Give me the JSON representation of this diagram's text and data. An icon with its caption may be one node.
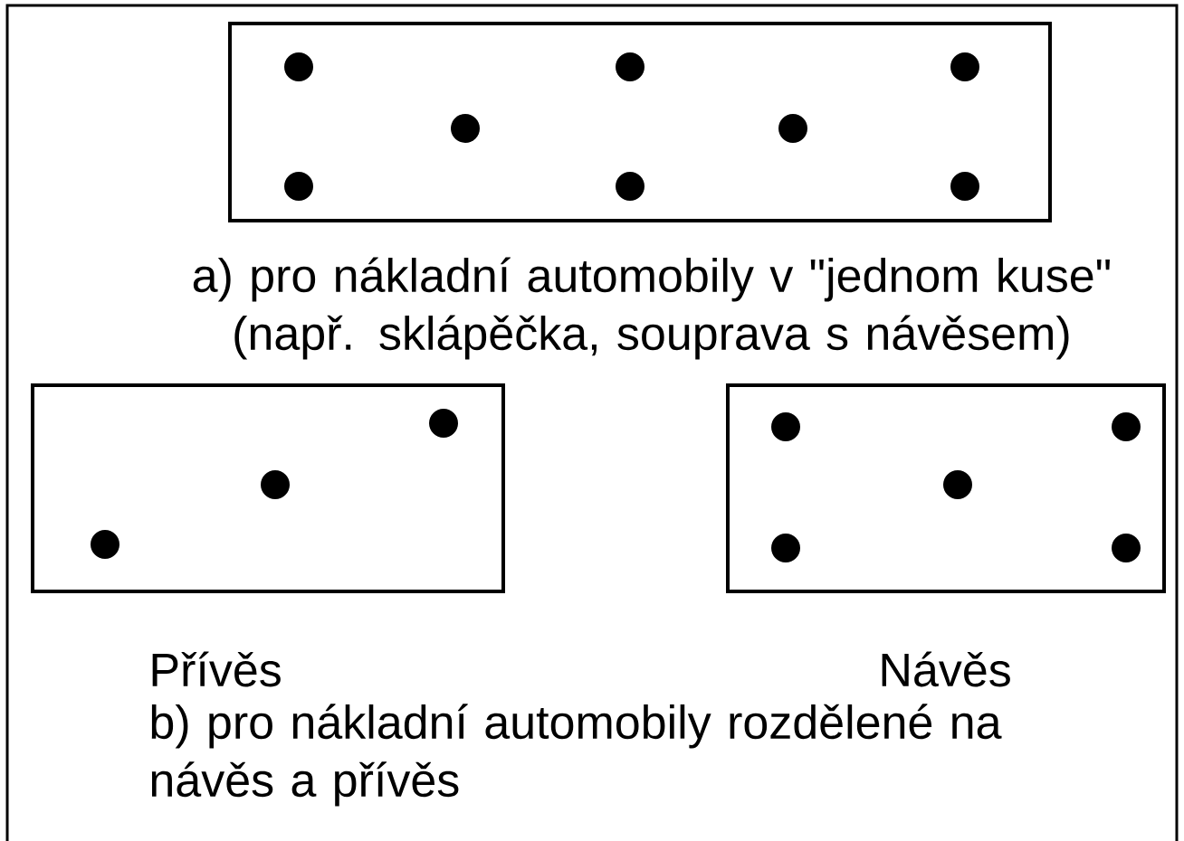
{
  "diagram": {
    "nodes": [
      {
        "text": [],
        "shape": "box"
      },
      {
        "text": [],
        "shape": "box",
        "beside": [
          "Přívěs"
        ]
      },
      {
        "text": [],
        "shape": "box",
        "beside": [
          "Návěs"
        ]
      }
    ],
    "labels": [
      "a) pro nákladní automobily v \"jednom kuse\" (např. sklápěčka, souprava s návěsem)",
      "b) pro nákladní automobily rozdělené na návěs a přívěs"
    ]
  }
}
